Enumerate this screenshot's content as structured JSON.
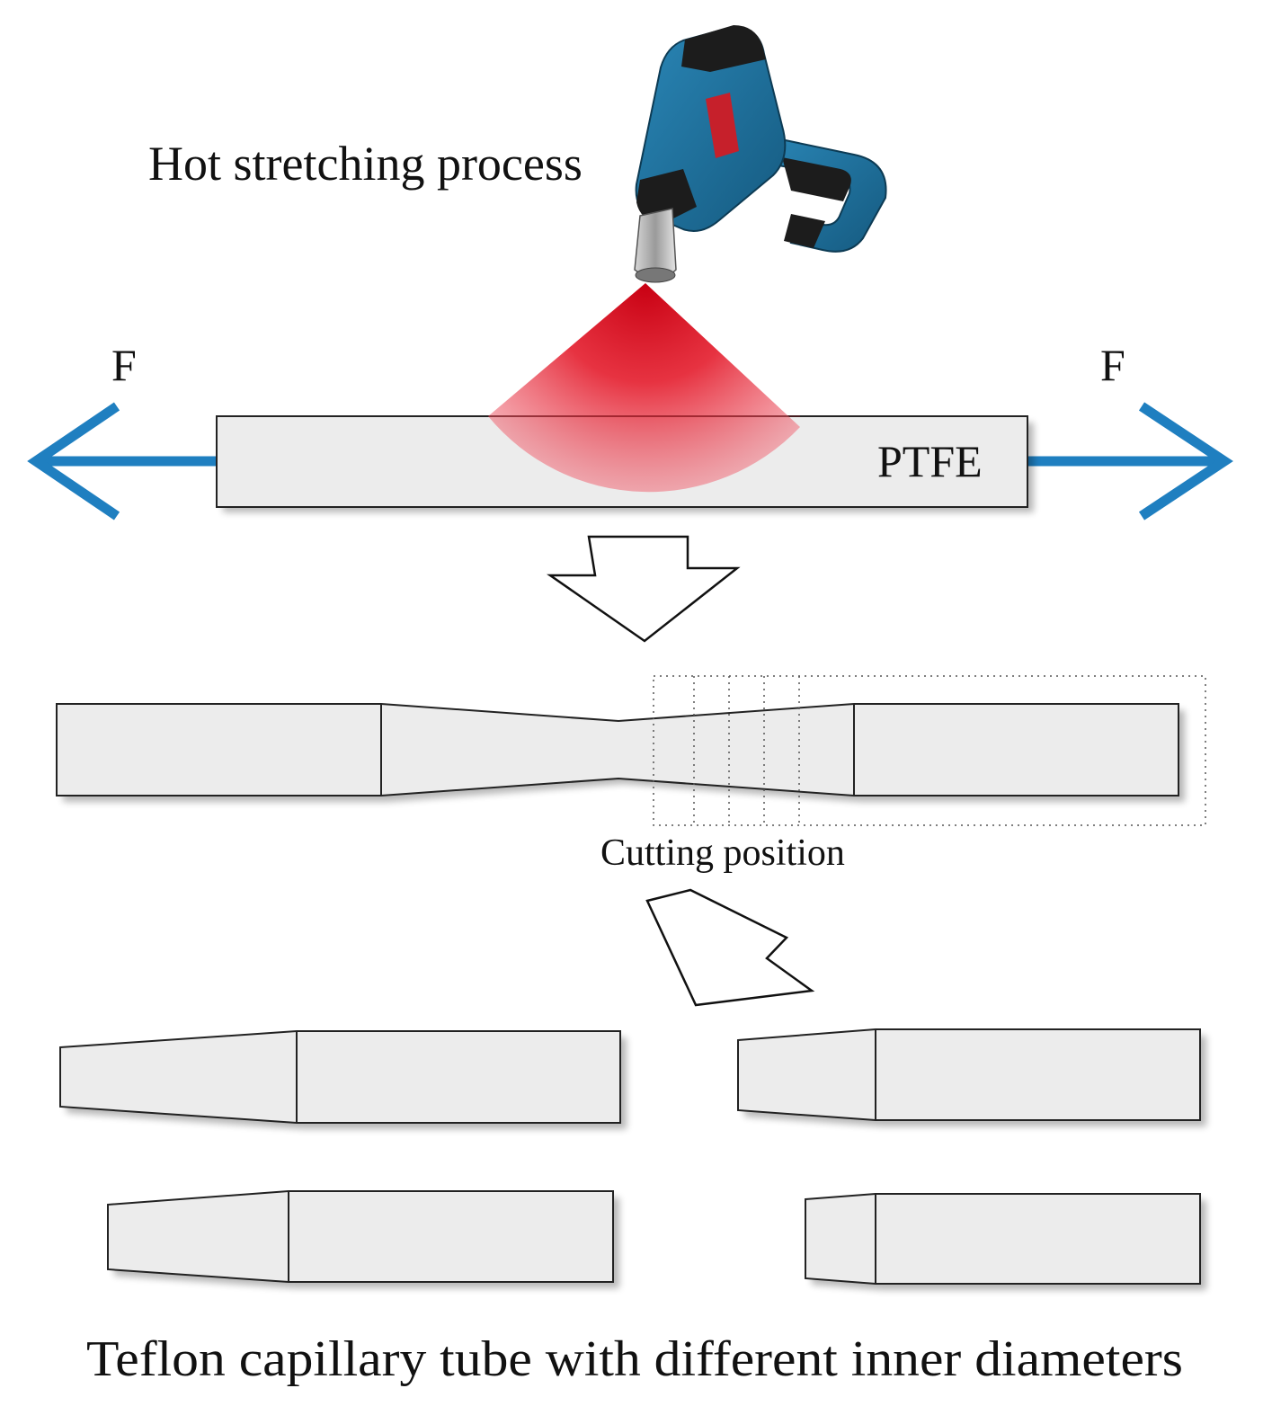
{
  "labels": {
    "process": "Hot stretching process",
    "force_left": "F",
    "force_right": "F",
    "material": "PTFE",
    "cutting": "Cutting position",
    "result": "Teflon capillary tube with different inner diameters"
  },
  "colors": {
    "tube_fill": "#ececec",
    "outline": "#222222",
    "force_arrow": "#1f7fc0",
    "heat_cone": "#e0182a",
    "heat_gun_body": "#1f6f9a",
    "heat_gun_grip": "#1c1c1c"
  },
  "icons": {
    "heat_gun": "heat-gun-icon",
    "heat_cone": "heat-cone",
    "force_left": "arrow-left-icon",
    "force_right": "arrow-right-icon",
    "step_arrow_1": "hollow-arrow-down-icon",
    "step_arrow_2": "hollow-arrow-down-right-icon"
  }
}
